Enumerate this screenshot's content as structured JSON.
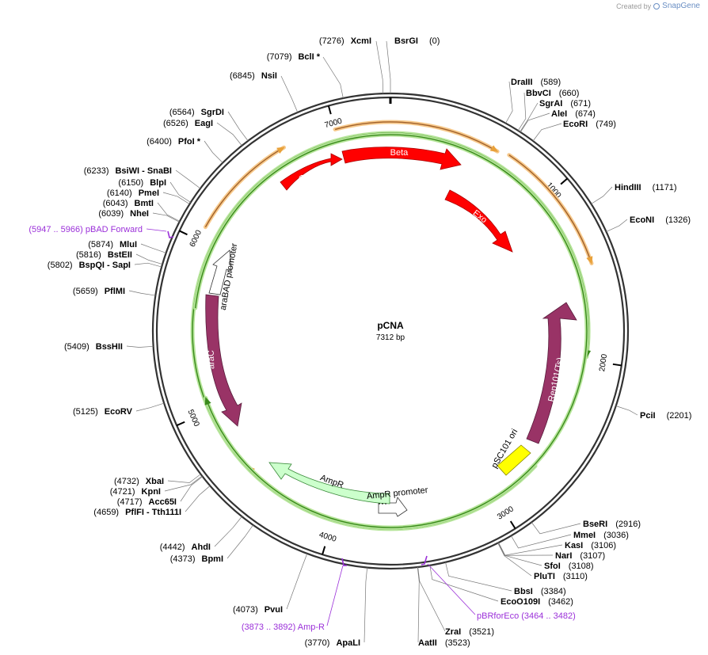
{
  "credit": {
    "text": "Created by",
    "brand": "SnapGene"
  },
  "plasmid": {
    "name": "pCNA",
    "length_label": "7312 bp"
  },
  "ruler": [
    "1000",
    "2000",
    "3000",
    "4000",
    "5000",
    "6000",
    "7000"
  ],
  "features": [
    {
      "label": "Gam",
      "color": "#ff0000"
    },
    {
      "label": "Beta",
      "color": "#ff0000"
    },
    {
      "label": "Exo",
      "color": "#ff0000"
    },
    {
      "label": "Rep101(Ts)",
      "color": "#993366"
    },
    {
      "label": "pSC101 ori",
      "color": "#ffff00"
    },
    {
      "label": "AmpR promoter",
      "color": "#ffffff"
    },
    {
      "label": "AmpR",
      "color": "#ccffcc"
    },
    {
      "label": "araC",
      "color": "#993366"
    },
    {
      "label": "araBAD promoter",
      "color": "#ffffff"
    }
  ],
  "sites_right": [
    {
      "name": "BsrGI",
      "pos": "(0)"
    },
    {
      "name": "DraIII",
      "pos": "(589)"
    },
    {
      "name": "BbvCI",
      "pos": "(660)"
    },
    {
      "name": "SgrAI",
      "pos": "(671)"
    },
    {
      "name": "AleI",
      "pos": "(674)"
    },
    {
      "name": "EcoRI",
      "pos": "(749)"
    },
    {
      "name": "HindIII",
      "pos": "(1171)"
    },
    {
      "name": "EcoNI",
      "pos": "(1326)"
    },
    {
      "name": "PciI",
      "pos": "(2201)"
    },
    {
      "name": "BseRI",
      "pos": "(2916)"
    },
    {
      "name": "MmeI",
      "pos": "(3036)"
    },
    {
      "name": "KasI",
      "pos": "(3106)"
    },
    {
      "name": "NarI",
      "pos": "(3107)"
    },
    {
      "name": "SfoI",
      "pos": "(3108)"
    },
    {
      "name": "PluTI",
      "pos": "(3110)"
    },
    {
      "name": "BbsI",
      "pos": "(3384)"
    },
    {
      "name": "EcoO109I",
      "pos": "(3462)"
    },
    {
      "name": "ZraI",
      "pos": "(3521)"
    },
    {
      "name": "AatII",
      "pos": "(3523)"
    }
  ],
  "sites_left": [
    {
      "pos": "(7276)",
      "name": "XcmI"
    },
    {
      "pos": "(7079)",
      "name": "BclI *"
    },
    {
      "pos": "(6845)",
      "name": "NsiI"
    },
    {
      "pos": "(6564)",
      "name": "SgrDI"
    },
    {
      "pos": "(6526)",
      "name": "EagI"
    },
    {
      "pos": "(6400)",
      "name": "PfoI *"
    },
    {
      "pos": "(6233)",
      "name": "BsiWI  - SnaBI"
    },
    {
      "pos": "(6150)",
      "name": "BlpI"
    },
    {
      "pos": "(6140)",
      "name": "PmeI"
    },
    {
      "pos": "(6043)",
      "name": "BmtI"
    },
    {
      "pos": "(6039)",
      "name": "NheI"
    },
    {
      "pos": "(5874)",
      "name": "MluI"
    },
    {
      "pos": "(5816)",
      "name": "BstEII"
    },
    {
      "pos": "(5802)",
      "name": "BspQI  - SapI"
    },
    {
      "pos": "(5659)",
      "name": "PflMI"
    },
    {
      "pos": "(5409)",
      "name": "BssHII"
    },
    {
      "pos": "(5125)",
      "name": "EcoRV"
    },
    {
      "pos": "(4732)",
      "name": "XbaI"
    },
    {
      "pos": "(4721)",
      "name": "KpnI"
    },
    {
      "pos": "(4717)",
      "name": "Acc65I"
    },
    {
      "pos": "(4659)",
      "name": "PflFI  - Tth111I"
    },
    {
      "pos": "(4442)",
      "name": "AhdI"
    },
    {
      "pos": "(4373)",
      "name": "BpmI"
    },
    {
      "pos": "(4073)",
      "name": "PvuI"
    },
    {
      "pos": "(3770)",
      "name": "ApaLI"
    }
  ],
  "primers": [
    {
      "text": "(5947 .. 5966)  pBAD Forward"
    },
    {
      "text": "pBRforEco    (3464 .. 3482)"
    },
    {
      "text": "(3873 .. 3892)  Amp-R"
    }
  ],
  "colors": {
    "primer": "#9b30d9",
    "backbone": "#333333",
    "orf_line": "#f7c98b",
    "green_line": "#b6e59a"
  }
}
